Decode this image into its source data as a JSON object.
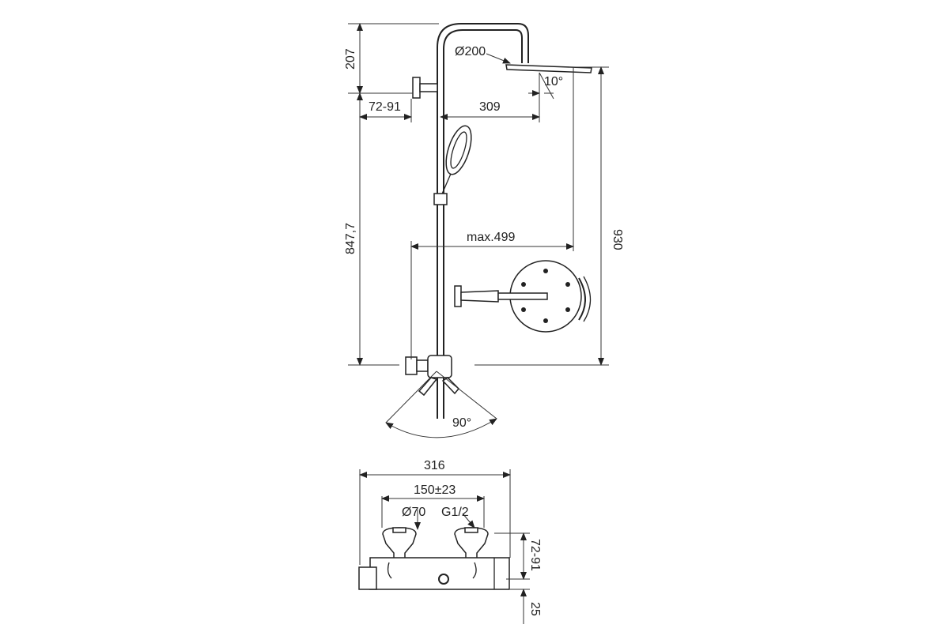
{
  "drawing": {
    "side_view": {
      "height_top": "207",
      "head_diameter": "Ø200",
      "head_tilt": "10°",
      "wall_distance": "72-91",
      "arm_length": "309",
      "total_height": "930",
      "rail_height": "847,7",
      "max_reach": "max.499",
      "rotation_angle": "90°"
    },
    "mixer_view": {
      "width": "316",
      "inlet_spacing": "150±23",
      "escutcheon_diameter": "Ø70",
      "thread": "G1/2",
      "wall_depth": "72-91",
      "outlet_offset": "25"
    }
  }
}
